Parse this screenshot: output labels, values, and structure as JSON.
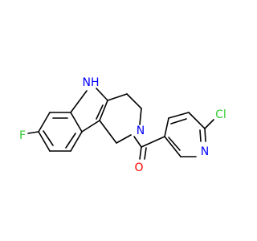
{
  "molecule": {
    "atoms": {
      "nh": {
        "symbol": "N",
        "sub": "H",
        "color": "#0000ff"
      },
      "n_ring": {
        "symbol": "N",
        "color": "#0000ff"
      },
      "n_pyridine": {
        "symbol": "N",
        "color": "#0000ff"
      },
      "o": {
        "symbol": "O",
        "color": "#ff0000"
      },
      "f": {
        "symbol": "F",
        "color": "#33cc33"
      },
      "cl": {
        "symbol": "Cl",
        "color": "#33cc33"
      }
    },
    "bond_color": "#000000"
  }
}
